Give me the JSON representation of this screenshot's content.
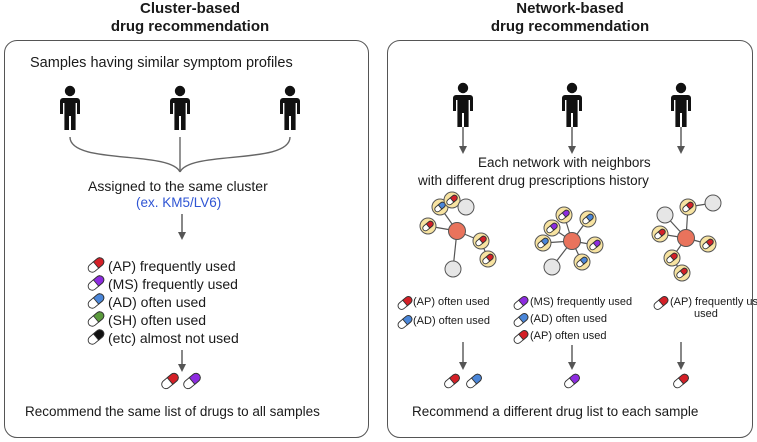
{
  "colors": {
    "AP": "#d42027",
    "MS": "#8d2be0",
    "AD": "#4a86d9",
    "SH": "#5a9a3c",
    "etc": "#111111",
    "node_orange": "#e9735c",
    "node_yellow": "#f7e3a1",
    "node_gray": "#e6e6e6",
    "accent_blue": "#2f55d4"
  },
  "icons": [
    "person-icon",
    "capsule-icon",
    "arrow-down-icon",
    "network-graph"
  ],
  "left_panel": {
    "title_line1": "Cluster-based",
    "title_line2": "drug recommendation",
    "samples_label": "Samples having similar symptom profiles",
    "assigned_label": "Assigned to the same cluster",
    "cluster_example": "(ex. KM5/LV6)",
    "drug_list": [
      {
        "code": "AP",
        "text": "(AP) frequently used"
      },
      {
        "code": "MS",
        "text": "(MS) frequently used"
      },
      {
        "code": "AD",
        "text": "(AD) often used"
      },
      {
        "code": "SH",
        "text": "(SH) often used"
      },
      {
        "code": "etc",
        "text": "(etc) almost not used"
      }
    ],
    "recommended": [
      "AP",
      "MS"
    ],
    "footer": "Recommend the same list of drugs to all samples"
  },
  "right_panel": {
    "title_line1": "Network-based",
    "title_line2": "drug recommendation",
    "network_label_line1": "Each network with neighbors",
    "network_label_line2": "with different drug prescriptions history",
    "columns": [
      {
        "drugs": [
          {
            "code": "AP",
            "text": "(AP) often used"
          },
          {
            "code": "AD",
            "text": "(AD) often used"
          }
        ],
        "recommended": [
          "AP",
          "AD"
        ]
      },
      {
        "drugs": [
          {
            "code": "MS",
            "text": "(MS) frequently used"
          },
          {
            "code": "AD",
            "text": "(AD) often used"
          },
          {
            "code": "AP",
            "text": "(AP) often used"
          }
        ],
        "recommended": [
          "MS"
        ]
      },
      {
        "drugs": [
          {
            "code": "AP",
            "text": "(AP) frequently used"
          }
        ],
        "recommended": [
          "AP"
        ]
      }
    ],
    "footer": "Recommend a different drug list to each sample"
  }
}
